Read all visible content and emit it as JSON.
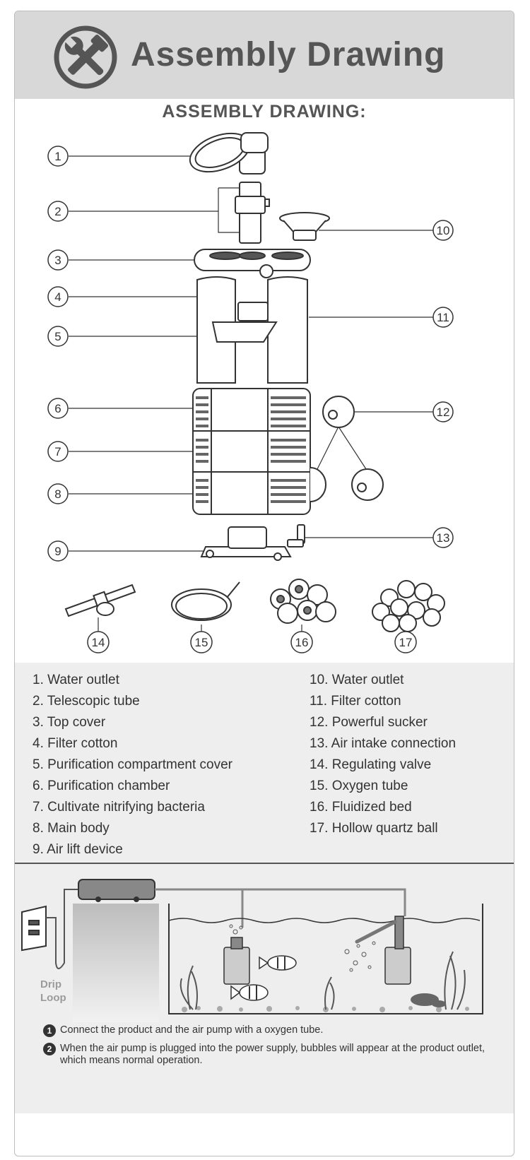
{
  "header": {
    "title": "Assembly Drawing",
    "logo_icon": "tools-icon"
  },
  "subtitle": "ASSEMBLY DRAWING:",
  "callouts": [
    "1",
    "2",
    "3",
    "4",
    "5",
    "6",
    "7",
    "8",
    "9",
    "10",
    "11",
    "12",
    "13",
    "14",
    "15",
    "16",
    "17"
  ],
  "parts_left": [
    "1. Water outlet",
    "2. Telescopic tube",
    "3. Top cover",
    "4. Filter cotton",
    "5. Purification compartment cover",
    "6. Purification chamber",
    "7. Cultivate nitrifying bacteria",
    "8. Main body",
    "9. Air lift device"
  ],
  "parts_right": [
    "10. Water outlet",
    "11. Filter cotton",
    "12. Powerful sucker",
    "13. Air intake connection",
    "14. Regulating valve",
    "15. Oxygen tube",
    "16. Fluidized bed",
    "17. Hollow quartz ball"
  ],
  "usage": {
    "drip_loop": [
      "Drip",
      "Loop"
    ],
    "steps": [
      {
        "badge": "1",
        "text": "Connect the product and the air pump with a oxygen tube."
      },
      {
        "badge": "2",
        "text": "When the air pump is plugged into the power supply, bubbles will appear at the product outlet, which means normal operation."
      }
    ]
  },
  "colors": {
    "header_bg": "#d8d8d8",
    "panel_bg": "#eeeeee",
    "text": "#333333",
    "title": "#555555"
  }
}
